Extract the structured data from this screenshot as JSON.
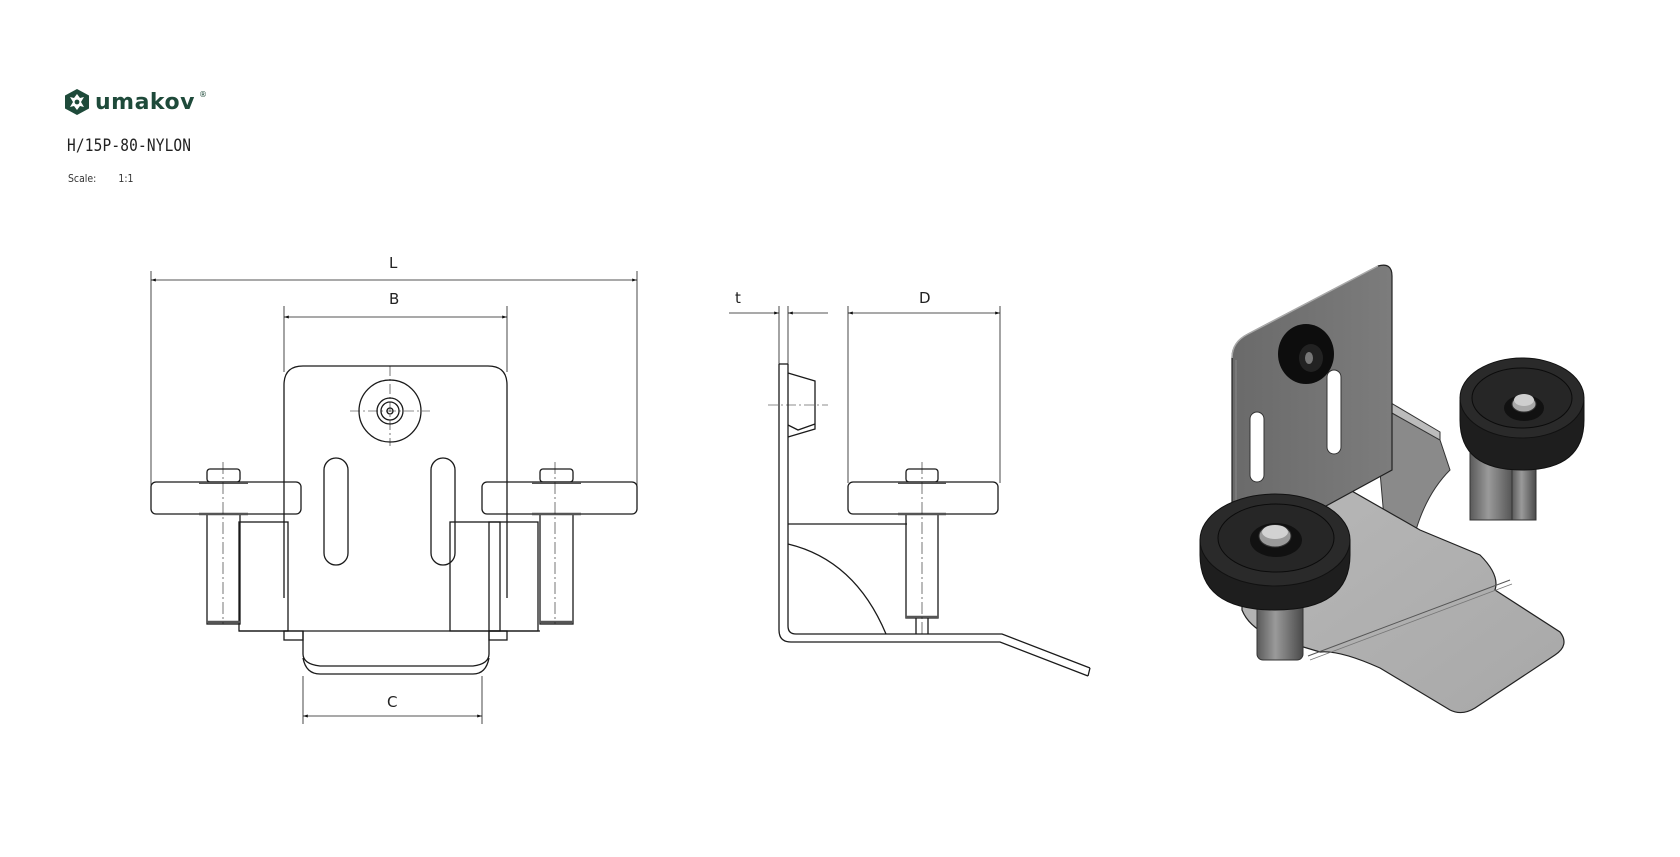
{
  "header": {
    "brand": "umakov",
    "brand_mark": "®",
    "part_number": "H/15P-80-NYLON",
    "scale_label": "Scale:",
    "scale_value": "1:1"
  },
  "views": {
    "front": {
      "dimensions": {
        "overall_length": "L",
        "bracket_width": "B",
        "base_width": "C"
      }
    },
    "side": {
      "dimensions": {
        "thickness": "t",
        "depth": "D"
      }
    },
    "isometric": {
      "description": "3D isometric render of bracket with two nylon rollers"
    }
  },
  "colors": {
    "brand": "#1e4a3a",
    "line": "#1a1a1a",
    "steel_light": "#b5b5b5",
    "steel_dark": "#6e6e6e",
    "nylon": "#1c1c1c"
  }
}
